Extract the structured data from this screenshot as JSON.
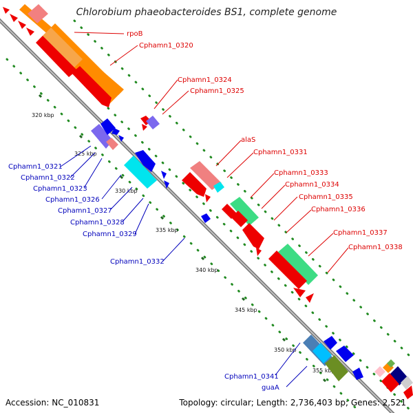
{
  "title": "Chlorobium phaeobacteroides BS1, complete genome",
  "footer": {
    "accession": "Accession: NC_010831",
    "topology": "Topology: circular; Length: 2,736,403 bp; Genes: 2,521"
  },
  "ticks": [
    "320 kbp",
    "325 kbp",
    "330 kbp",
    "335 kbp",
    "340 kbp",
    "345 kbp",
    "350 kbp",
    "355 kbp"
  ],
  "forward_labels": [
    "rpoB",
    "Cphamn1_0320",
    "Cphamn1_0324",
    "Cphamn1_0325",
    "alaS",
    "Cphamn1_0331",
    "Cphamn1_0333",
    "Cphamn1_0334",
    "Cphamn1_0335",
    "Cphamn1_0336",
    "Cphamn1_0337",
    "Cphamn1_0338"
  ],
  "reverse_labels": [
    "Cphamn1_0321",
    "Cphamn1_0322",
    "Cphamn1_0323",
    "Cphamn1_0326",
    "Cphamn1_0327",
    "Cphamn1_0328",
    "Cphamn1_0329",
    "Cphamn1_0332",
    "Cphamn1_0341",
    "guaA"
  ],
  "colors": {
    "forward_label": "#dd0000",
    "reverse_label": "#0000bb",
    "forward_gene": "#ee0000",
    "reverse_gene": "#0000ee",
    "backbone": "#888888",
    "dots": "#228b22"
  }
}
